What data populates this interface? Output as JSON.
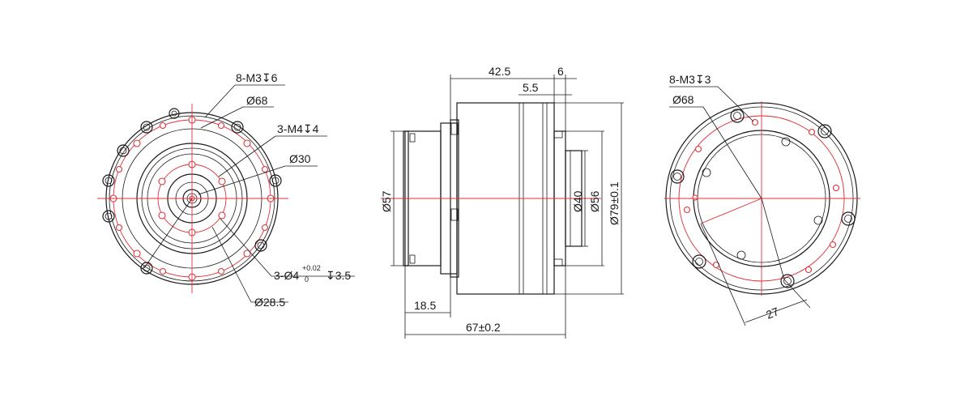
{
  "colors": {
    "line": "#1a1a1a",
    "centerline": "#e0323a",
    "background": "#ffffff"
  },
  "front_view": {
    "holes_label": "8-M3↧6",
    "pcd_label": "Ø68",
    "tapped_label": "3-M4↧4",
    "bore_label": "Ø30",
    "pin_holes_prefix": "3-Ø4",
    "pin_holes_tol_upper": "+0.02",
    "pin_holes_tol_lower": "0",
    "pin_holes_depth": "↧3.5",
    "inner_pcd_label": "Ø28.5"
  },
  "side_view": {
    "len_42_5": "42.5",
    "len_6": "6",
    "len_5_5": "5.5",
    "dia_57": "Ø57",
    "dia_40": "Ø40",
    "dia_56": "Ø56",
    "dia_79": "Ø79±0.1",
    "len_18_5": "18.5",
    "total_length": "67±0.2"
  },
  "rear_view": {
    "holes_label": "8-M3↧3",
    "pcd_label": "Ø68",
    "radius_label": "27"
  }
}
